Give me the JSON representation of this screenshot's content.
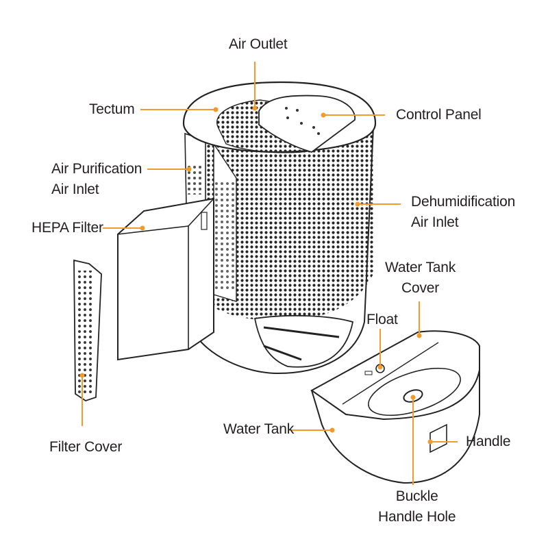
{
  "diagram": {
    "accent_color": "#f39a2a",
    "labels": {
      "air_outlet": "Air Outlet",
      "tectum": "Tectum",
      "control_panel": "Control Panel",
      "air_purification_inlet": [
        "Air Purification",
        "Air Inlet"
      ],
      "dehumidification_inlet": [
        "Dehumidification",
        "Air Inlet"
      ],
      "hepa_filter": "HEPA Filter",
      "water_tank_cover": [
        "Water Tank",
        "Cover"
      ],
      "float": "Float",
      "water_tank": "Water Tank",
      "handle": "Handle",
      "filter_cover": "Filter Cover",
      "buckle_handle_hole": [
        "Buckle",
        "Handle Hole"
      ]
    }
  }
}
